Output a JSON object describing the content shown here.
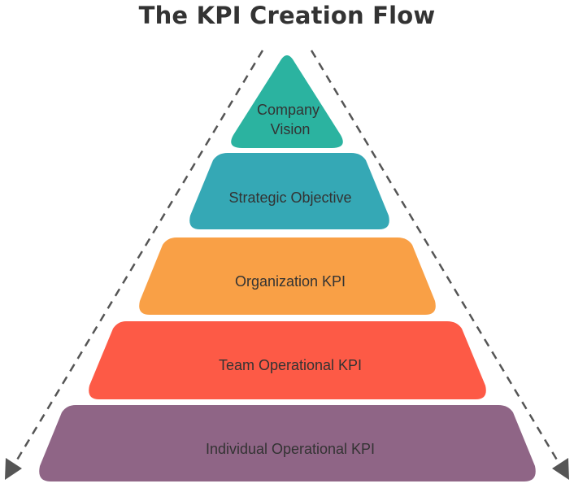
{
  "title": "The KPI Creation Flow",
  "levels": [
    {
      "lines": [
        "Company",
        "Vision"
      ],
      "color": "#2bb3a0"
    },
    {
      "lines": [
        "Strategic Objective"
      ],
      "color": "#35a8b5"
    },
    {
      "lines": [
        "Organization KPI"
      ],
      "color": "#f9a046"
    },
    {
      "lines": [
        "Team Operational KPI"
      ],
      "color": "#fd5a46"
    },
    {
      "lines": [
        "Individual Operational KPI"
      ],
      "color": "#8f6586"
    }
  ],
  "arrow_color": "#555555"
}
